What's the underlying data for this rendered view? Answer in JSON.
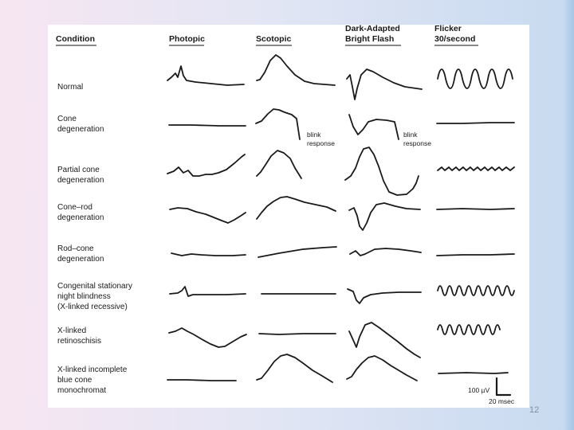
{
  "headers": {
    "condition": "Condition",
    "photopic": "Photopic",
    "scotopic": "Scotopic",
    "bright_flash": [
      "Dark-Adapted",
      "Bright Flash"
    ],
    "flicker": [
      "Flicker",
      "30/second"
    ]
  },
  "rows": [
    {
      "label": [
        "Normal"
      ]
    },
    {
      "label": [
        "Cone",
        "degeneration"
      ]
    },
    {
      "label": [
        "Partial cone",
        "degeneration"
      ]
    },
    {
      "label": [
        "Cone–rod",
        "degeneration"
      ]
    },
    {
      "label": [
        "Rod–cone",
        "degeneration"
      ]
    },
    {
      "label": [
        "Congenital stationary",
        "night blindness",
        "(X-linked recessive)"
      ]
    },
    {
      "label": [
        "X-linked",
        "retinoschisis"
      ]
    },
    {
      "label": [
        "X-linked incomplete",
        "blue cone",
        "monochromat"
      ]
    }
  ],
  "annotations": {
    "blink_scotopic": [
      "blink",
      "response"
    ],
    "blink_flash": [
      "blink",
      "response"
    ]
  },
  "scale_bar": {
    "amplitude": "100 µV",
    "time": "20 msec"
  },
  "page_number": "12"
}
